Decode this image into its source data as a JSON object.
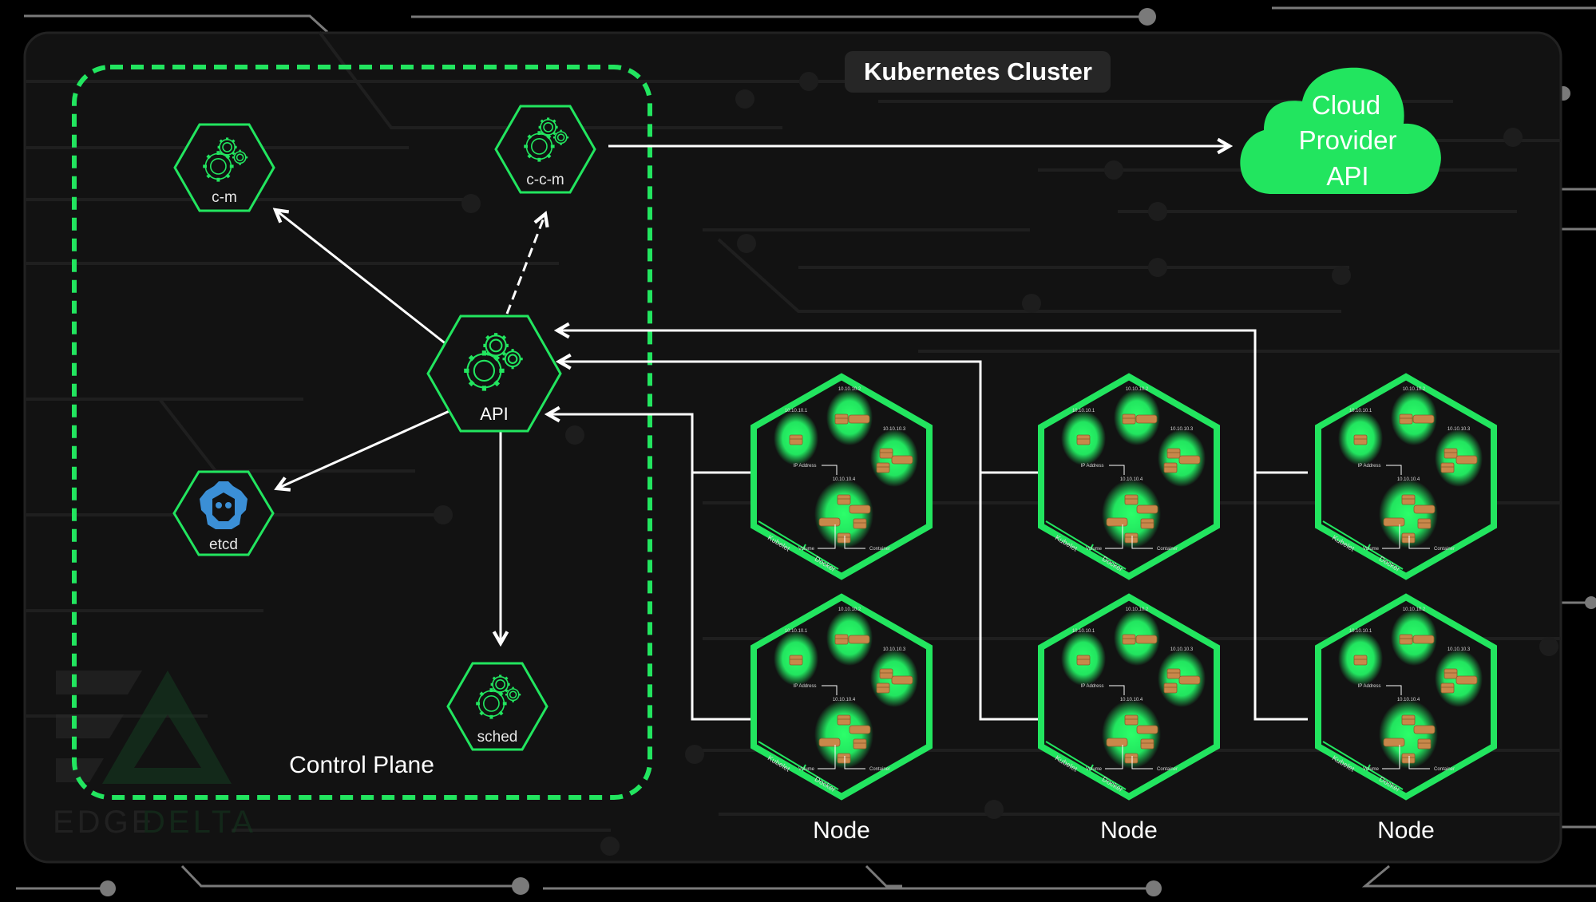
{
  "diagram": {
    "title": "Kubernetes Cluster",
    "colors": {
      "accent": "#22e55f",
      "background": "#000000",
      "panel": "#121212",
      "arrow": "#ffffff",
      "etcd_blue": "#3b8fd6",
      "box_brown": "#c8884a"
    },
    "control_plane": {
      "label": "Control Plane",
      "components": [
        {
          "id": "cm",
          "label": "c-m",
          "icon": "gears-icon"
        },
        {
          "id": "ccm",
          "label": "c-c-m",
          "icon": "gears-icon"
        },
        {
          "id": "api",
          "label": "API",
          "icon": "gears-icon"
        },
        {
          "id": "etcd",
          "label": "etcd",
          "icon": "etcd-logo-icon"
        },
        {
          "id": "sched",
          "label": "sched",
          "icon": "gears-icon"
        }
      ]
    },
    "cloud_provider": {
      "line1": "Cloud",
      "line2": "Provider",
      "line3": "API"
    },
    "node_label": "Node",
    "nodes": [
      {
        "column": 1,
        "label": "Node"
      },
      {
        "column": 2,
        "label": "Node"
      },
      {
        "column": 3,
        "label": "Node"
      }
    ],
    "node_detail": {
      "pod_ips": [
        "10.10.10.1",
        "10.10.10.2",
        "10.10.10.3",
        "10.10.10.4"
      ],
      "ip_address_label": "IP Address",
      "volume_label": "Volume",
      "container_label": "Container",
      "kubelet_label": "Kubelet",
      "docker_label": "Docker"
    },
    "connections": [
      {
        "from": "api",
        "to": "cm",
        "style": "solid"
      },
      {
        "from": "api",
        "to": "ccm",
        "style": "dashed"
      },
      {
        "from": "api",
        "to": "etcd",
        "style": "solid"
      },
      {
        "from": "api",
        "to": "sched",
        "style": "solid"
      },
      {
        "from": "ccm",
        "to": "cloud_provider",
        "style": "solid"
      },
      {
        "from": "node_column_1",
        "to": "api",
        "style": "solid"
      },
      {
        "from": "node_column_2",
        "to": "api",
        "style": "solid"
      },
      {
        "from": "node_column_3",
        "to": "api",
        "style": "solid"
      }
    ],
    "watermark": {
      "word1": "EDGE",
      "word2": "DELTA"
    }
  }
}
